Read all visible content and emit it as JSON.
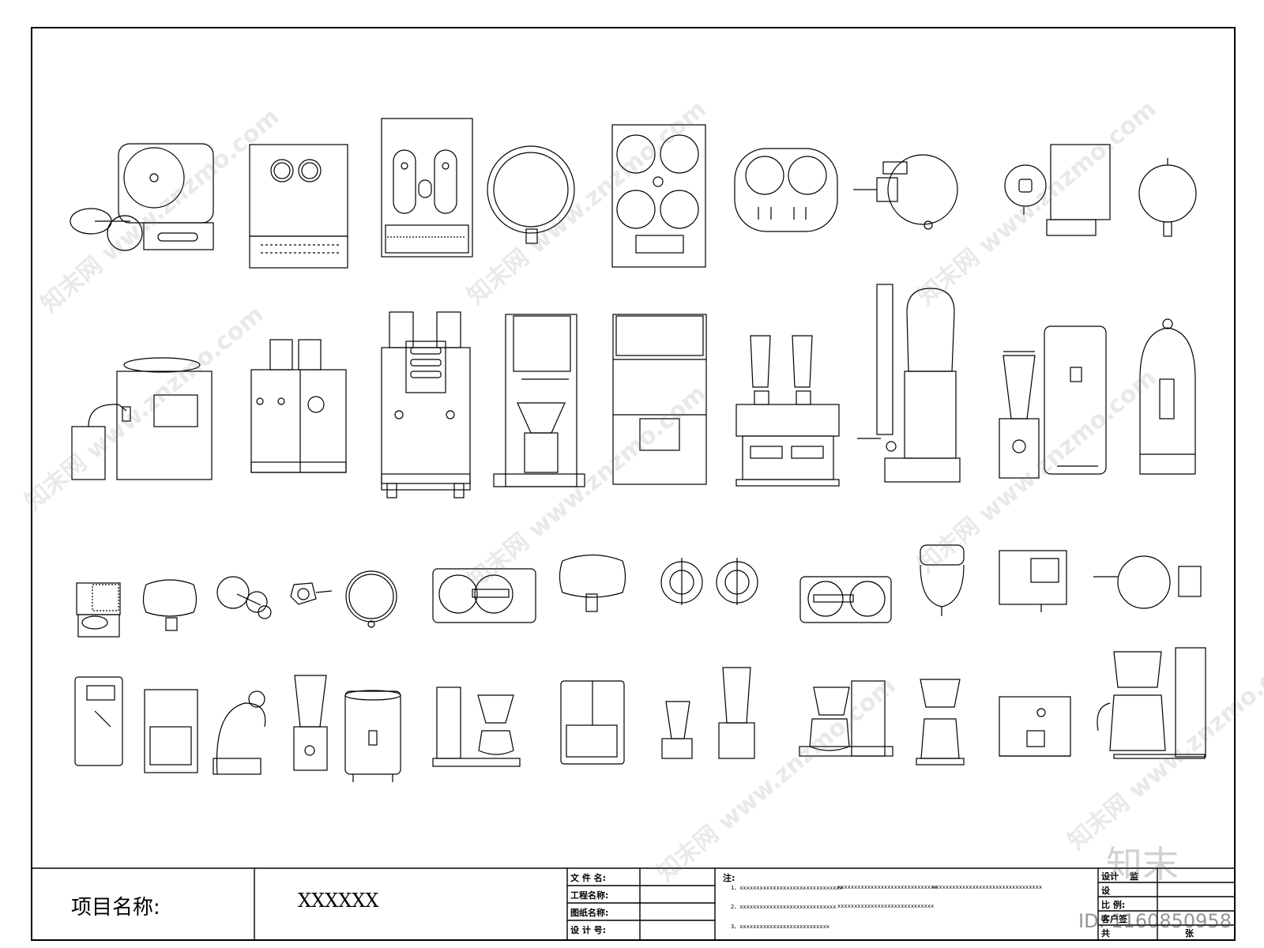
{
  "title_block": {
    "project_label": "项目名称:",
    "project_value": "XXXXXX",
    "fields": {
      "file_name": "文 件 名:",
      "project_name": "工程名称:",
      "drawing_name": "图纸名称:",
      "design_no": "设 计 号:"
    },
    "notes_label": "注:",
    "notes": [
      "1、xxxxxxxxxxxxxxxxxxxxxxxxxxxxxxx",
      "xxxxxxxxxxxxxxxxxxxxxxxxxxxxxx",
      "xxxxxxxxxxxxxxxxxxxxxxxxxxxxxxxxx",
      "2、xxxxxxxxxxxxxxxxxxxxxxxxxxxxx",
      "xxxxxxxxxxxxxxxxxxxxxxxxxxxxx",
      "3、xxxxxxxxxxxxxxxxxxxxxxxxxxx"
    ],
    "right_fields": [
      "设计",
      "监",
      "设",
      "比 例:",
      "客户签",
      "共",
      "张"
    ]
  },
  "watermark": {
    "text": "知末网 www.znzmo.com",
    "logo": "知末",
    "id": "ID: 1160850958"
  },
  "palette": {
    "line": "#000000",
    "background": "#ffffff"
  }
}
